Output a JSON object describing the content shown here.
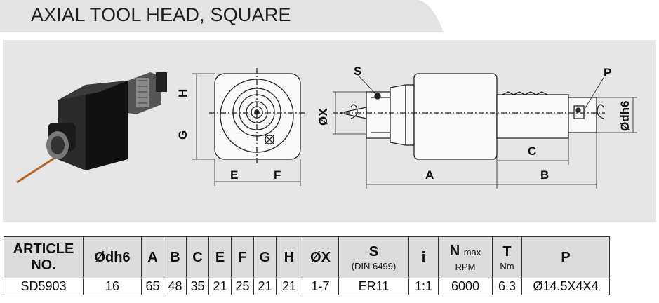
{
  "title": "AXIAL TOOL HEAD, SQUARE",
  "colors": {
    "title_band": "#e3e3e3",
    "panel": "#e6e6e6",
    "header_row": "#dcdcdc",
    "line": "#333333"
  },
  "drawing_labels": {
    "S": "S",
    "P": "P",
    "X": "ØX",
    "dh6": "Ødh6",
    "A": "A",
    "B": "B",
    "C": "C",
    "E": "E",
    "F": "F",
    "G": "G",
    "H": "H"
  },
  "table": {
    "headers": {
      "article_line1": "ARTICLE",
      "article_line2": "NO.",
      "dh6": "Ødh6",
      "A": "A",
      "B": "B",
      "C": "C",
      "E": "E",
      "F": "F",
      "G": "G",
      "H": "H",
      "X": "ØX",
      "S": "S",
      "S_sub": "(DIN 6499)",
      "i": "i",
      "N": "N",
      "N_max": "max",
      "N_sub": "RPM",
      "T": "T",
      "T_sub": "Nm",
      "P": "P"
    },
    "row": {
      "article": "SD5903",
      "dh6": "16",
      "A": "65",
      "B": "48",
      "C": "35",
      "E": "21",
      "F": "25",
      "G": "21",
      "H": "21",
      "X": "1-7",
      "S": "ER11",
      "i": "1:1",
      "N": "6000",
      "T": "6.3",
      "P": "Ø14.5X4X4"
    }
  }
}
